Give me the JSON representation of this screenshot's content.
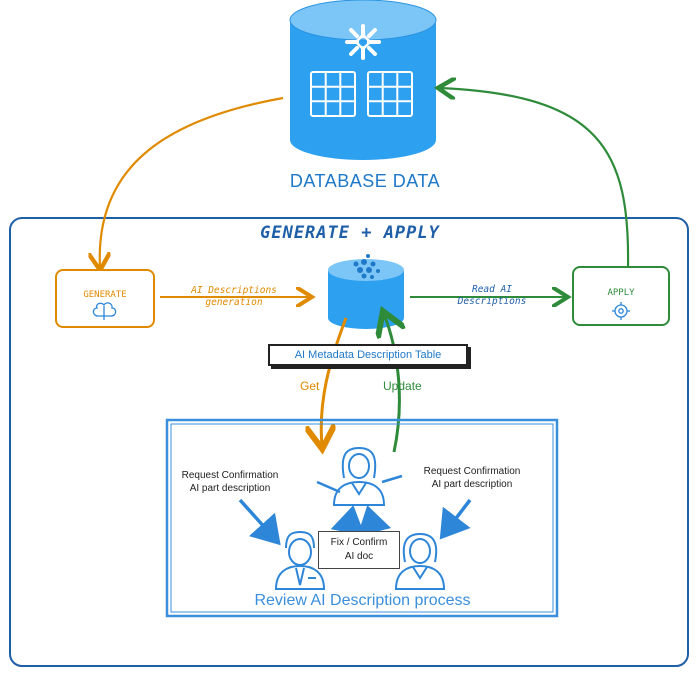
{
  "database": {
    "title": "DATABASE DATA"
  },
  "section": {
    "title": "GENERATE + APPLY"
  },
  "nodes": {
    "generate": {
      "label": "GENERATE"
    },
    "apply": {
      "label": "APPLY"
    },
    "table": {
      "label": "AI Metadata Description Table"
    }
  },
  "edges": {
    "generation": {
      "line1": "AI Descriptions",
      "line2": "generation"
    },
    "read": {
      "line1": "Read AI",
      "line2": "Descriptions"
    },
    "get": "Get",
    "update": "Update"
  },
  "review": {
    "title": "Review AI Description process",
    "left_request": {
      "line1": "Request Confirmation",
      "line2": "AI part description"
    },
    "right_request": {
      "line1": "Request Confirmation",
      "line2": "AI part description"
    },
    "fix": {
      "line1": "Fix / Confirm",
      "line2": "AI doc"
    }
  },
  "colors": {
    "blue": "#1f78c8",
    "light_blue": "#2ea0f0",
    "orange": "#e08a00",
    "green": "#2e8b3a"
  },
  "icons": [
    "snowflake-icon",
    "brain-icon",
    "gear-icon",
    "woman-user-icon",
    "man-user-icon"
  ]
}
